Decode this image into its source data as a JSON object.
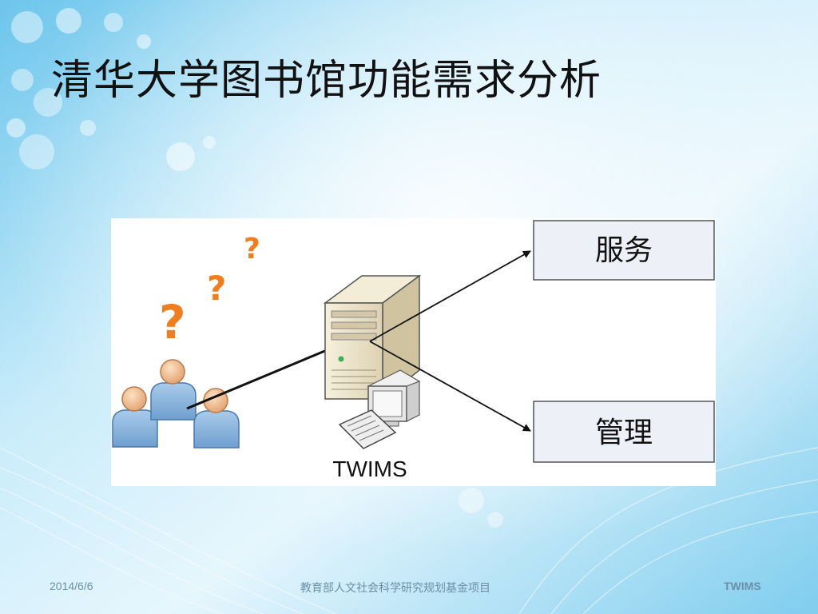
{
  "slide": {
    "title": "清华大学图书馆功能需求分析"
  },
  "diagram": {
    "system_label": "TWIMS",
    "outputs": [
      "服务",
      "管理"
    ],
    "question_mark": "?"
  },
  "footer": {
    "date": "2014/6/6",
    "project": "教育部人文社会科学研究规划基金项目",
    "brand": "TWIMS"
  },
  "colors": {
    "question_mark": "#f07d1e",
    "person_head": "#f3c49a",
    "person_body": "#8ab6de",
    "box_fill": "#eef0f8",
    "server_body": "#e9e0c6"
  }
}
